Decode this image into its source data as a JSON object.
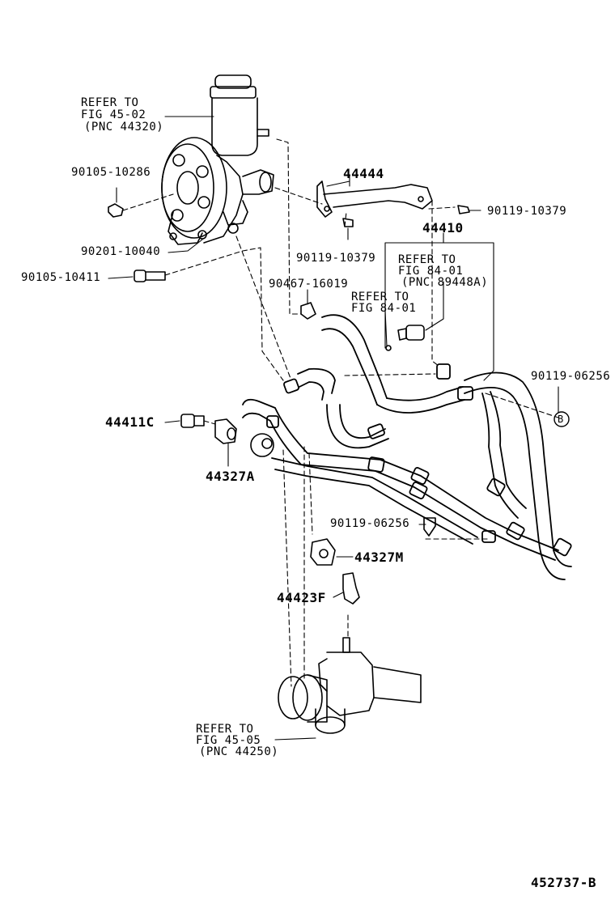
{
  "diagram_id": "452737-B",
  "refs": {
    "pump": [
      "REFER TO",
      "FIG 45-02",
      "(PNC 44320)"
    ],
    "switch": [
      "REFER TO",
      "FIG 84-01",
      "(PNC 89448A)"
    ],
    "fig8401": [
      "REFER TO",
      "FIG 84-01"
    ],
    "gear": [
      "REFER TO",
      "FIG 45-05",
      "(PNC 44250)"
    ]
  },
  "parts": {
    "p90105_10286": "90105-10286",
    "p90201_10040": "90201-10040",
    "p90105_10411": "90105-10411",
    "p44444": "44444",
    "p90119_10379_right": "90119-10379",
    "p90119_10379_mid": "90119-10379",
    "p44410": "44410",
    "p90467_16019": "90467-16019",
    "p90119_06256_right": "90119-06256",
    "marker_b": "B",
    "p44411c": "44411C",
    "p44327a": "44327A",
    "p90119_06256_lower": "90119-06256",
    "p44327m": "44327M",
    "p44423f": "44423F"
  }
}
